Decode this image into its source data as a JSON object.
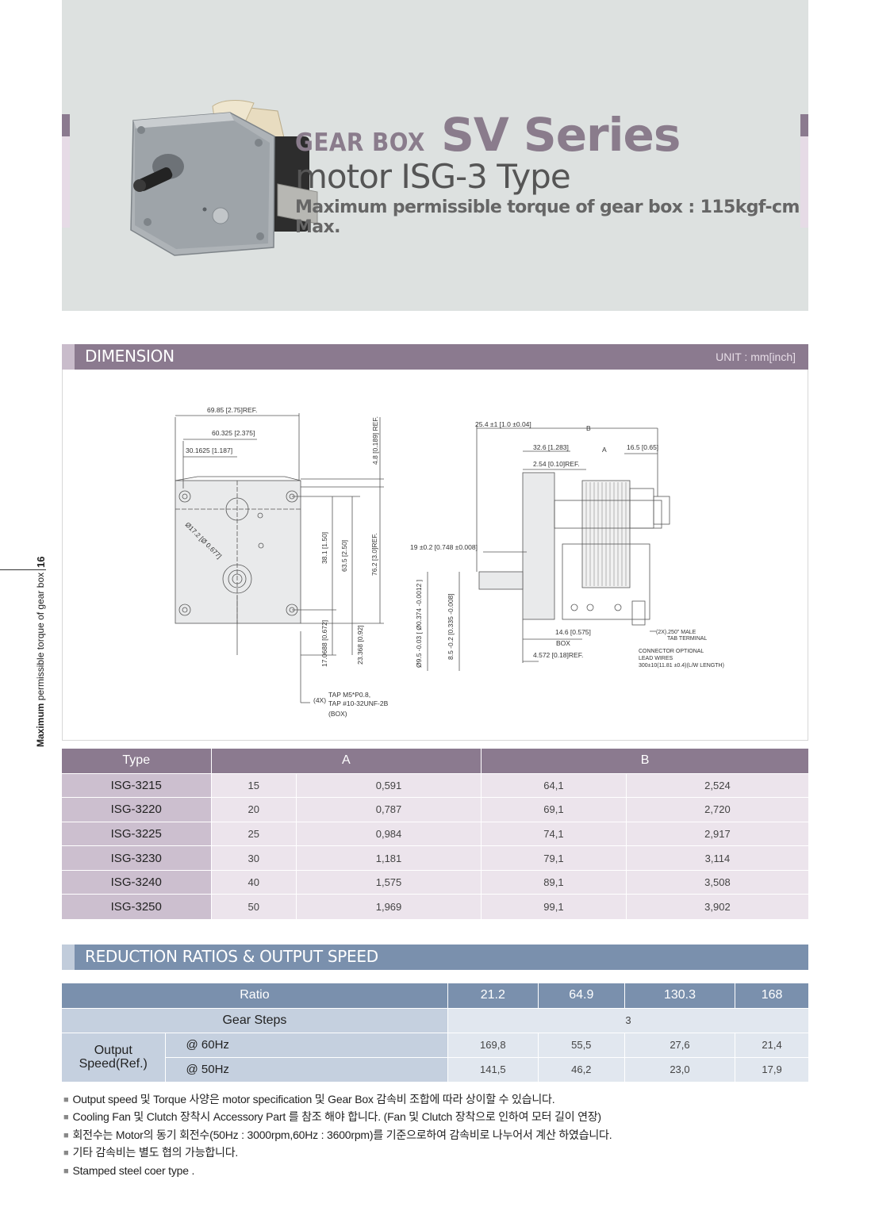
{
  "header": {
    "gear_box": "GEAR BOX",
    "series": "SV Series",
    "motor_line": "motor ISG-3 Type",
    "torque_line": "Maximum permissible torque of gear box : 115kgf-cm Max."
  },
  "side": {
    "page_number": "16",
    "text_bold": "Maximum",
    "text_rest": " permissible torque of gear box"
  },
  "dimension": {
    "title": "DIMENSION",
    "unit": "UNIT : mm[inch]",
    "labels": {
      "d1": "69.85 [2.75]REF.",
      "d2": "60.325 [2.375]",
      "d3": "30.1625 [1.187]",
      "d4": "4.8 [0.189] REF.",
      "d5": "38.1 [1.50]",
      "d6": "63.5 [2.50]",
      "d7": "76.2 [3.0]REF.",
      "d8": "17.0688 [0.672]",
      "d9": "23.368 [0.92]",
      "d10": "Ø17.2 [Ø 0.677]",
      "tap1": "TAP M5*P0.8,",
      "tap2": "TAP #10-32UNF-2B",
      "tap3": "(BOX)",
      "tap4": "(4X)",
      "r1": "25.4 ±1 [1.0 ±0.04]",
      "r2": "B",
      "r3": "32.6 [1.283]",
      "r4": "A",
      "r5": "16.5 [0.65]",
      "r6": "2.54 [0.10]REF.",
      "r7": "19 ±0.2 [0.748 ±0.008]",
      "r8": "Ø9.5 -0.03 [ Ø0.374 -0.0012 ]",
      "r9": "8.5 -0.2 [0.335 -0.008]",
      "r10": "14.6 [0.575]",
      "r11": "BOX",
      "r12": "4.572 [0.18]REF.",
      "r13": "(2X).250\" MALE",
      "r14": "TAB TERMINAL",
      "r15": "CONNECTOR OPTIONAL",
      "r16": "LEAD WIRES",
      "r17": "300±10(11.81 ±0.4)(L/W LENGTH)"
    }
  },
  "dim_table": {
    "headers": [
      "Type",
      "A",
      "B"
    ],
    "rows": [
      [
        "ISG-3215",
        "15",
        "0,591",
        "64,1",
        "2,524"
      ],
      [
        "ISG-3220",
        "20",
        "0,787",
        "69,1",
        "2,720"
      ],
      [
        "ISG-3225",
        "25",
        "0,984",
        "74,1",
        "2,917"
      ],
      [
        "ISG-3230",
        "30",
        "1,181",
        "79,1",
        "3,114"
      ],
      [
        "ISG-3240",
        "40",
        "1,575",
        "89,1",
        "3,508"
      ],
      [
        "ISG-3250",
        "50",
        "1,969",
        "99,1",
        "3,902"
      ]
    ]
  },
  "reduction": {
    "title": "REDUCTION RATIOS & OUTPUT SPEED",
    "ratio_label": "Ratio",
    "ratios": [
      "21.2",
      "64.9",
      "130.3",
      "168"
    ],
    "gear_steps_label": "Gear Steps",
    "gear_steps": "3",
    "output_label_1": "Output",
    "output_label_2": "Speed(Ref.)",
    "hz60_label": "@ 60Hz",
    "hz50_label": "@ 50Hz",
    "hz60": [
      "169,8",
      "55,5",
      "27,6",
      "21,4"
    ],
    "hz50": [
      "141,5",
      "46,2",
      "23,0",
      "17,9"
    ]
  },
  "notes": [
    "Output speed 및 Torque 사양은 motor specification 및 Gear Box 감속비 조합에 따라 상이할 수 있습니다.",
    "Cooling Fan 및 Clutch 장착시 Accessory Part 를 참조 해야 합니다. (Fan 및 Clutch 장착으로 인하여 모터 길이 연장)",
    "회전수는 Motor의 동기 회전수(50Hz : 3000rpm,60Hz : 3600rpm)를 기준으로하여 감속비로 나누어서 계산 하였습니다.",
    "기타 감속비는 별도 협의 가능합니다.",
    "Stamped steel coer type  ."
  ],
  "colors": {
    "dimension_bar": "#8b7a8f",
    "reduction_bar": "#7a90ad",
    "hero_bg": "#dde1e0"
  }
}
